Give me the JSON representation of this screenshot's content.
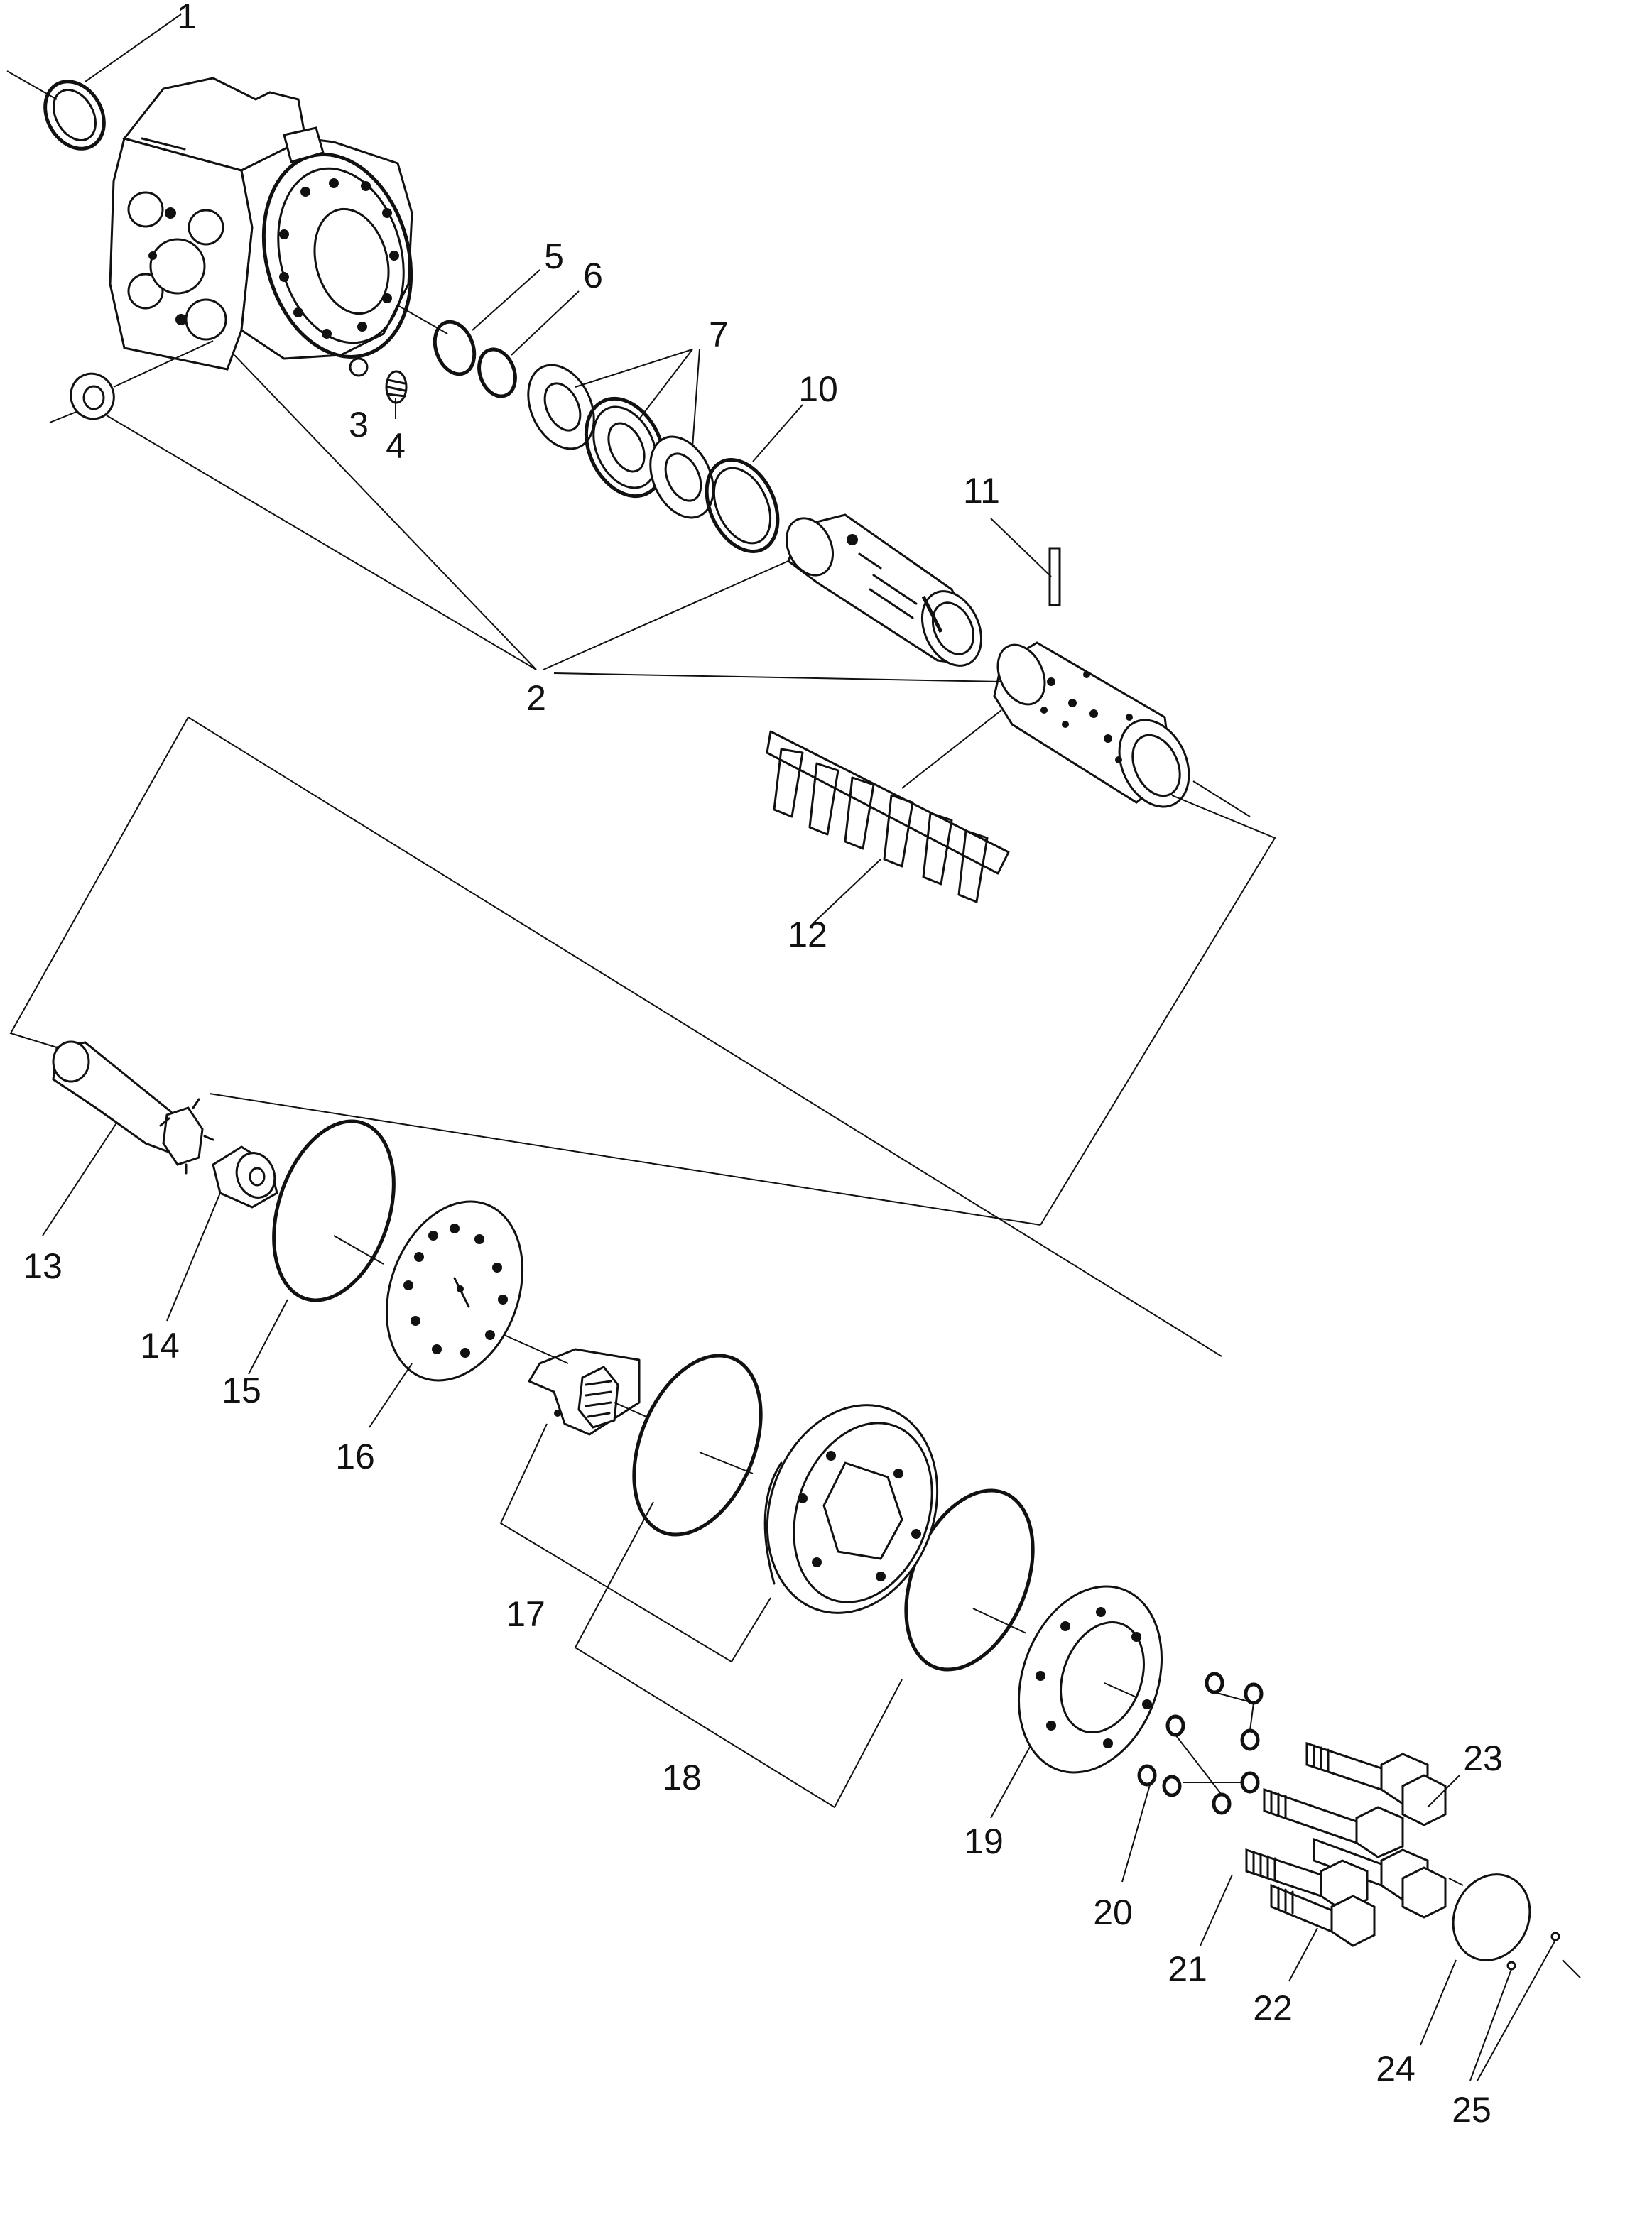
{
  "labels": {
    "l1": "1",
    "l2": "2",
    "l3": "3",
    "l4": "4",
    "l5": "5",
    "l6": "6",
    "l7": "7",
    "l10": "10",
    "l11": "11",
    "l12": "12",
    "l13": "13",
    "l14": "14",
    "l15": "15",
    "l16": "16",
    "l17": "17",
    "l18": "18",
    "l19": "19",
    "l20": "20",
    "l21": "21",
    "l22": "22",
    "l23": "23",
    "l24": "24",
    "l25": "25"
  }
}
